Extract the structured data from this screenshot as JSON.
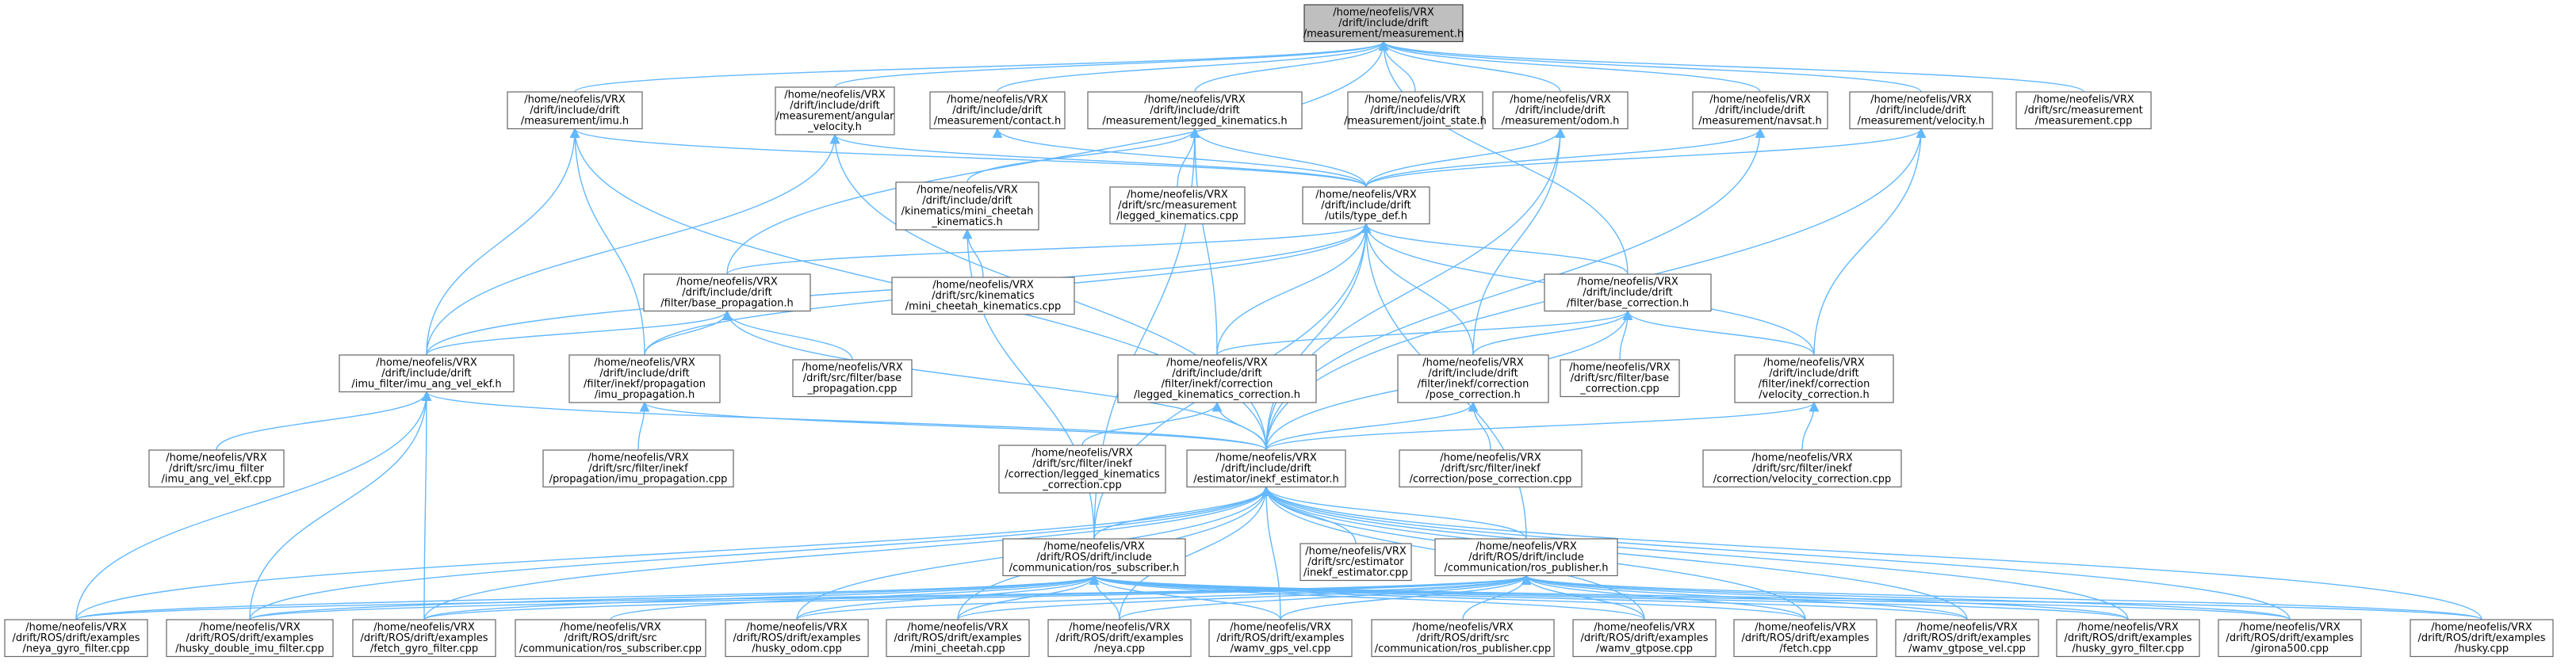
{
  "root": "measurement_h",
  "colors": {
    "edge": "#63b8ff",
    "node_border": "#666666",
    "root_fill": "#bfbfbf",
    "node_fill": "#ffffff"
  },
  "nodes": [
    {
      "id": "measurement_h",
      "lines": [
        "/home/neofelis/VRX",
        "/drift/include/drift",
        "/measurement/measurement.h"
      ]
    },
    {
      "id": "imu_h",
      "lines": [
        "/home/neofelis/VRX",
        "/drift/include/drift",
        "/measurement/imu.h"
      ]
    },
    {
      "id": "angular_velocity_h",
      "lines": [
        "/home/neofelis/VRX",
        "/drift/include/drift",
        "/measurement/angular",
        "_velocity.h"
      ]
    },
    {
      "id": "contact_h",
      "lines": [
        "/home/neofelis/VRX",
        "/drift/include/drift",
        "/measurement/contact.h"
      ]
    },
    {
      "id": "legged_kinematics_h",
      "lines": [
        "/home/neofelis/VRX",
        "/drift/include/drift",
        "/measurement/legged_kinematics.h"
      ]
    },
    {
      "id": "joint_state_h",
      "lines": [
        "/home/neofelis/VRX",
        "/drift/include/drift",
        "/measurement/joint_state.h"
      ]
    },
    {
      "id": "odom_h",
      "lines": [
        "/home/neofelis/VRX",
        "/drift/include/drift",
        "/measurement/odom.h"
      ]
    },
    {
      "id": "navsat_h",
      "lines": [
        "/home/neofelis/VRX",
        "/drift/include/drift",
        "/measurement/navsat.h"
      ]
    },
    {
      "id": "velocity_h",
      "lines": [
        "/home/neofelis/VRX",
        "/drift/include/drift",
        "/measurement/velocity.h"
      ]
    },
    {
      "id": "measurement_cpp",
      "lines": [
        "/home/neofelis/VRX",
        "/drift/src/measurement",
        "/measurement.cpp"
      ]
    },
    {
      "id": "mini_cheetah_kinematics_h",
      "lines": [
        "/home/neofelis/VRX",
        "/drift/include/drift",
        "/kinematics/mini_cheetah",
        "_kinematics.h"
      ]
    },
    {
      "id": "legged_kinematics_cpp",
      "lines": [
        "/home/neofelis/VRX",
        "/drift/src/measurement",
        "/legged_kinematics.cpp"
      ]
    },
    {
      "id": "type_def_h",
      "lines": [
        "/home/neofelis/VRX",
        "/drift/include/drift",
        "/utils/type_def.h"
      ]
    },
    {
      "id": "mini_cheetah_kinematics_cpp",
      "lines": [
        "/home/neofelis/VRX",
        "/drift/src/kinematics",
        "/mini_cheetah_kinematics.cpp"
      ]
    },
    {
      "id": "base_propagation_h",
      "lines": [
        "/home/neofelis/VRX",
        "/drift/include/drift",
        "/filter/base_propagation.h"
      ]
    },
    {
      "id": "base_correction_h",
      "lines": [
        "/home/neofelis/VRX",
        "/drift/include/drift",
        "/filter/base_correction.h"
      ]
    },
    {
      "id": "imu_ang_vel_ekf_h",
      "lines": [
        "/home/neofelis/VRX",
        "/drift/include/drift",
        "/imu_filter/imu_ang_vel_ekf.h"
      ]
    },
    {
      "id": "imu_propagation_h",
      "lines": [
        "/home/neofelis/VRX",
        "/drift/include/drift",
        "/filter/inekf/propagation",
        "/imu_propagation.h"
      ]
    },
    {
      "id": "base_propagation_cpp",
      "lines": [
        "/home/neofelis/VRX",
        "/drift/src/filter/base",
        "_propagation.cpp"
      ]
    },
    {
      "id": "legged_kinematics_correction_h",
      "lines": [
        "/home/neofelis/VRX",
        "/drift/include/drift",
        "/filter/inekf/correction",
        "/legged_kinematics_correction.h"
      ]
    },
    {
      "id": "pose_correction_h",
      "lines": [
        "/home/neofelis/VRX",
        "/drift/include/drift",
        "/filter/inekf/correction",
        "/pose_correction.h"
      ]
    },
    {
      "id": "base_correction_cpp",
      "lines": [
        "/home/neofelis/VRX",
        "/drift/src/filter/base",
        "_correction.cpp"
      ]
    },
    {
      "id": "velocity_correction_h",
      "lines": [
        "/home/neofelis/VRX",
        "/drift/include/drift",
        "/filter/inekf/correction",
        "/velocity_correction.h"
      ]
    },
    {
      "id": "imu_ang_vel_ekf_cpp",
      "lines": [
        "/home/neofelis/VRX",
        "/drift/src/imu_filter",
        "/imu_ang_vel_ekf.cpp"
      ]
    },
    {
      "id": "imu_propagation_cpp",
      "lines": [
        "/home/neofelis/VRX",
        "/drift/src/filter/inekf",
        "/propagation/imu_propagation.cpp"
      ]
    },
    {
      "id": "legged_kinematics_correction_cpp",
      "lines": [
        "/home/neofelis/VRX",
        "/drift/src/filter/inekf",
        "/correction/legged_kinematics",
        "_correction.cpp"
      ]
    },
    {
      "id": "inekf_estimator_h",
      "lines": [
        "/home/neofelis/VRX",
        "/drift/include/drift",
        "/estimator/inekf_estimator.h"
      ]
    },
    {
      "id": "pose_correction_cpp",
      "lines": [
        "/home/neofelis/VRX",
        "/drift/src/filter/inekf",
        "/correction/pose_correction.cpp"
      ]
    },
    {
      "id": "velocity_correction_cpp",
      "lines": [
        "/home/neofelis/VRX",
        "/drift/src/filter/inekf",
        "/correction/velocity_correction.cpp"
      ]
    },
    {
      "id": "ros_subscriber_h",
      "lines": [
        "/home/neofelis/VRX",
        "/drift/ROS/drift/include",
        "/communication/ros_subscriber.h"
      ]
    },
    {
      "id": "inekf_estimator_cpp",
      "lines": [
        "/home/neofelis/VRX",
        "/drift/src/estimator",
        "/inekf_estimator.cpp"
      ]
    },
    {
      "id": "ros_publisher_h",
      "lines": [
        "/home/neofelis/VRX",
        "/drift/ROS/drift/include",
        "/communication/ros_publisher.h"
      ]
    },
    {
      "id": "neya_gyro_filter_cpp",
      "lines": [
        "/home/neofelis/VRX",
        "/drift/ROS/drift/examples",
        "/neya_gyro_filter.cpp"
      ]
    },
    {
      "id": "husky_double_imu_filter_cpp",
      "lines": [
        "/home/neofelis/VRX",
        "/drift/ROS/drift/examples",
        "/husky_double_imu_filter.cpp"
      ]
    },
    {
      "id": "fetch_gyro_filter_cpp",
      "lines": [
        "/home/neofelis/VRX",
        "/drift/ROS/drift/examples",
        "/fetch_gyro_filter.cpp"
      ]
    },
    {
      "id": "ros_subscriber_cpp",
      "lines": [
        "/home/neofelis/VRX",
        "/drift/ROS/drift/src",
        "/communication/ros_subscriber.cpp"
      ]
    },
    {
      "id": "husky_odom_cpp",
      "lines": [
        "/home/neofelis/VRX",
        "/drift/ROS/drift/examples",
        "/husky_odom.cpp"
      ]
    },
    {
      "id": "mini_cheetah_cpp",
      "lines": [
        "/home/neofelis/VRX",
        "/drift/ROS/drift/examples",
        "/mini_cheetah.cpp"
      ]
    },
    {
      "id": "neya_cpp",
      "lines": [
        "/home/neofelis/VRX",
        "/drift/ROS/drift/examples",
        "/neya.cpp"
      ]
    },
    {
      "id": "wamv_gps_vel_cpp",
      "lines": [
        "/home/neofelis/VRX",
        "/drift/ROS/drift/examples",
        "/wamv_gps_vel.cpp"
      ]
    },
    {
      "id": "ros_publisher_cpp",
      "lines": [
        "/home/neofelis/VRX",
        "/drift/ROS/drift/src",
        "/communication/ros_publisher.cpp"
      ]
    },
    {
      "id": "wamv_gtpose_cpp",
      "lines": [
        "/home/neofelis/VRX",
        "/drift/ROS/drift/examples",
        "/wamv_gtpose.cpp"
      ]
    },
    {
      "id": "fetch_cpp",
      "lines": [
        "/home/neofelis/VRX",
        "/drift/ROS/drift/examples",
        "/fetch.cpp"
      ]
    },
    {
      "id": "wamv_gtpose_vel_cpp",
      "lines": [
        "/home/neofelis/VRX",
        "/drift/ROS/drift/examples",
        "/wamv_gtpose_vel.cpp"
      ]
    },
    {
      "id": "husky_gyro_filter_cpp",
      "lines": [
        "/home/neofelis/VRX",
        "/drift/ROS/drift/examples",
        "/husky_gyro_filter.cpp"
      ]
    },
    {
      "id": "girona500_cpp",
      "lines": [
        "/home/neofelis/VRX",
        "/drift/ROS/drift/examples",
        "/girona500.cpp"
      ]
    },
    {
      "id": "husky_cpp",
      "lines": [
        "/home/neofelis/VRX",
        "/drift/ROS/drift/examples",
        "/husky.cpp"
      ]
    }
  ],
  "edges": [
    [
      "imu_h",
      "measurement_h"
    ],
    [
      "angular_velocity_h",
      "measurement_h"
    ],
    [
      "contact_h",
      "measurement_h"
    ],
    [
      "legged_kinematics_h",
      "measurement_h"
    ],
    [
      "joint_state_h",
      "measurement_h"
    ],
    [
      "odom_h",
      "measurement_h"
    ],
    [
      "navsat_h",
      "measurement_h"
    ],
    [
      "velocity_h",
      "measurement_h"
    ],
    [
      "measurement_cpp",
      "measurement_h"
    ],
    [
      "base_propagation_h",
      "measurement_h"
    ],
    [
      "base_correction_h",
      "measurement_h"
    ],
    [
      "imu_ang_vel_ekf_h",
      "imu_h"
    ],
    [
      "imu_propagation_h",
      "imu_h"
    ],
    [
      "inekf_estimator_h",
      "imu_h"
    ],
    [
      "imu_ang_vel_ekf_h",
      "angular_velocity_h"
    ],
    [
      "inekf_estimator_h",
      "angular_velocity_h"
    ],
    [
      "type_def_h",
      "imu_h"
    ],
    [
      "type_def_h",
      "angular_velocity_h"
    ],
    [
      "type_def_h",
      "contact_h"
    ],
    [
      "type_def_h",
      "legged_kinematics_h"
    ],
    [
      "type_def_h",
      "odom_h"
    ],
    [
      "type_def_h",
      "navsat_h"
    ],
    [
      "type_def_h",
      "velocity_h"
    ],
    [
      "mini_cheetah_kinematics_h",
      "legged_kinematics_h"
    ],
    [
      "legged_kinematics_cpp",
      "legged_kinematics_h"
    ],
    [
      "legged_kinematics_correction_h",
      "legged_kinematics_h"
    ],
    [
      "ros_subscriber_h",
      "legged_kinematics_h"
    ],
    [
      "pose_correction_h",
      "odom_h"
    ],
    [
      "inekf_estimator_h",
      "odom_h"
    ],
    [
      "inekf_estimator_h",
      "navsat_h"
    ],
    [
      "velocity_correction_h",
      "velocity_h"
    ],
    [
      "inekf_estimator_h",
      "velocity_h"
    ],
    [
      "mini_cheetah_kinematics_cpp",
      "mini_cheetah_kinematics_h"
    ],
    [
      "ros_subscriber_h",
      "mini_cheetah_kinematics_h"
    ],
    [
      "base_propagation_h",
      "type_def_h"
    ],
    [
      "base_correction_h",
      "type_def_h"
    ],
    [
      "imu_ang_vel_ekf_h",
      "type_def_h"
    ],
    [
      "imu_propagation_h",
      "type_def_h"
    ],
    [
      "legged_kinematics_correction_h",
      "type_def_h"
    ],
    [
      "pose_correction_h",
      "type_def_h"
    ],
    [
      "velocity_correction_h",
      "type_def_h"
    ],
    [
      "inekf_estimator_h",
      "type_def_h"
    ],
    [
      "ros_subscriber_h",
      "type_def_h"
    ],
    [
      "ros_publisher_h",
      "type_def_h"
    ],
    [
      "imu_ang_vel_ekf_h",
      "base_propagation_h"
    ],
    [
      "imu_propagation_h",
      "base_propagation_h"
    ],
    [
      "base_propagation_cpp",
      "base_propagation_h"
    ],
    [
      "inekf_estimator_h",
      "base_propagation_h"
    ],
    [
      "legged_kinematics_correction_h",
      "base_correction_h"
    ],
    [
      "pose_correction_h",
      "base_correction_h"
    ],
    [
      "base_correction_cpp",
      "base_correction_h"
    ],
    [
      "velocity_correction_h",
      "base_correction_h"
    ],
    [
      "inekf_estimator_h",
      "base_correction_h"
    ],
    [
      "imu_ang_vel_ekf_cpp",
      "imu_ang_vel_ekf_h"
    ],
    [
      "inekf_estimator_h",
      "imu_ang_vel_ekf_h"
    ],
    [
      "neya_gyro_filter_cpp",
      "imu_ang_vel_ekf_h"
    ],
    [
      "husky_double_imu_filter_cpp",
      "imu_ang_vel_ekf_h"
    ],
    [
      "fetch_gyro_filter_cpp",
      "imu_ang_vel_ekf_h"
    ],
    [
      "imu_propagation_cpp",
      "imu_propagation_h"
    ],
    [
      "inekf_estimator_h",
      "imu_propagation_h"
    ],
    [
      "legged_kinematics_correction_cpp",
      "legged_kinematics_correction_h"
    ],
    [
      "inekf_estimator_h",
      "legged_kinematics_correction_h"
    ],
    [
      "pose_correction_cpp",
      "pose_correction_h"
    ],
    [
      "inekf_estimator_h",
      "pose_correction_h"
    ],
    [
      "velocity_correction_cpp",
      "velocity_correction_h"
    ],
    [
      "inekf_estimator_h",
      "velocity_correction_h"
    ],
    [
      "inekf_estimator_cpp",
      "inekf_estimator_h"
    ],
    [
      "ros_subscriber_h",
      "inekf_estimator_h"
    ],
    [
      "ros_publisher_h",
      "inekf_estimator_h"
    ],
    [
      "neya_gyro_filter_cpp",
      "inekf_estimator_h"
    ],
    [
      "husky_double_imu_filter_cpp",
      "inekf_estimator_h"
    ],
    [
      "fetch_gyro_filter_cpp",
      "inekf_estimator_h"
    ],
    [
      "husky_odom_cpp",
      "inekf_estimator_h"
    ],
    [
      "mini_cheetah_cpp",
      "inekf_estimator_h"
    ],
    [
      "neya_cpp",
      "inekf_estimator_h"
    ],
    [
      "wamv_gps_vel_cpp",
      "inekf_estimator_h"
    ],
    [
      "wamv_gtpose_cpp",
      "inekf_estimator_h"
    ],
    [
      "fetch_cpp",
      "inekf_estimator_h"
    ],
    [
      "wamv_gtpose_vel_cpp",
      "inekf_estimator_h"
    ],
    [
      "husky_gyro_filter_cpp",
      "inekf_estimator_h"
    ],
    [
      "girona500_cpp",
      "inekf_estimator_h"
    ],
    [
      "husky_cpp",
      "inekf_estimator_h"
    ],
    [
      "neya_gyro_filter_cpp",
      "ros_subscriber_h"
    ],
    [
      "husky_double_imu_filter_cpp",
      "ros_subscriber_h"
    ],
    [
      "fetch_gyro_filter_cpp",
      "ros_subscriber_h"
    ],
    [
      "ros_subscriber_cpp",
      "ros_subscriber_h"
    ],
    [
      "husky_odom_cpp",
      "ros_subscriber_h"
    ],
    [
      "mini_cheetah_cpp",
      "ros_subscriber_h"
    ],
    [
      "neya_cpp",
      "ros_subscriber_h"
    ],
    [
      "wamv_gps_vel_cpp",
      "ros_subscriber_h"
    ],
    [
      "wamv_gtpose_cpp",
      "ros_subscriber_h"
    ],
    [
      "fetch_cpp",
      "ros_subscriber_h"
    ],
    [
      "wamv_gtpose_vel_cpp",
      "ros_subscriber_h"
    ],
    [
      "husky_gyro_filter_cpp",
      "ros_subscriber_h"
    ],
    [
      "girona500_cpp",
      "ros_subscriber_h"
    ],
    [
      "husky_cpp",
      "ros_subscriber_h"
    ],
    [
      "neya_gyro_filter_cpp",
      "ros_publisher_h"
    ],
    [
      "husky_double_imu_filter_cpp",
      "ros_publisher_h"
    ],
    [
      "fetch_gyro_filter_cpp",
      "ros_publisher_h"
    ],
    [
      "husky_odom_cpp",
      "ros_publisher_h"
    ],
    [
      "mini_cheetah_cpp",
      "ros_publisher_h"
    ],
    [
      "neya_cpp",
      "ros_publisher_h"
    ],
    [
      "wamv_gps_vel_cpp",
      "ros_publisher_h"
    ],
    [
      "ros_publisher_cpp",
      "ros_publisher_h"
    ],
    [
      "wamv_gtpose_cpp",
      "ros_publisher_h"
    ],
    [
      "fetch_cpp",
      "ros_publisher_h"
    ],
    [
      "wamv_gtpose_vel_cpp",
      "ros_publisher_h"
    ],
    [
      "husky_gyro_filter_cpp",
      "ros_publisher_h"
    ],
    [
      "girona500_cpp",
      "ros_publisher_h"
    ],
    [
      "husky_cpp",
      "ros_publisher_h"
    ]
  ]
}
